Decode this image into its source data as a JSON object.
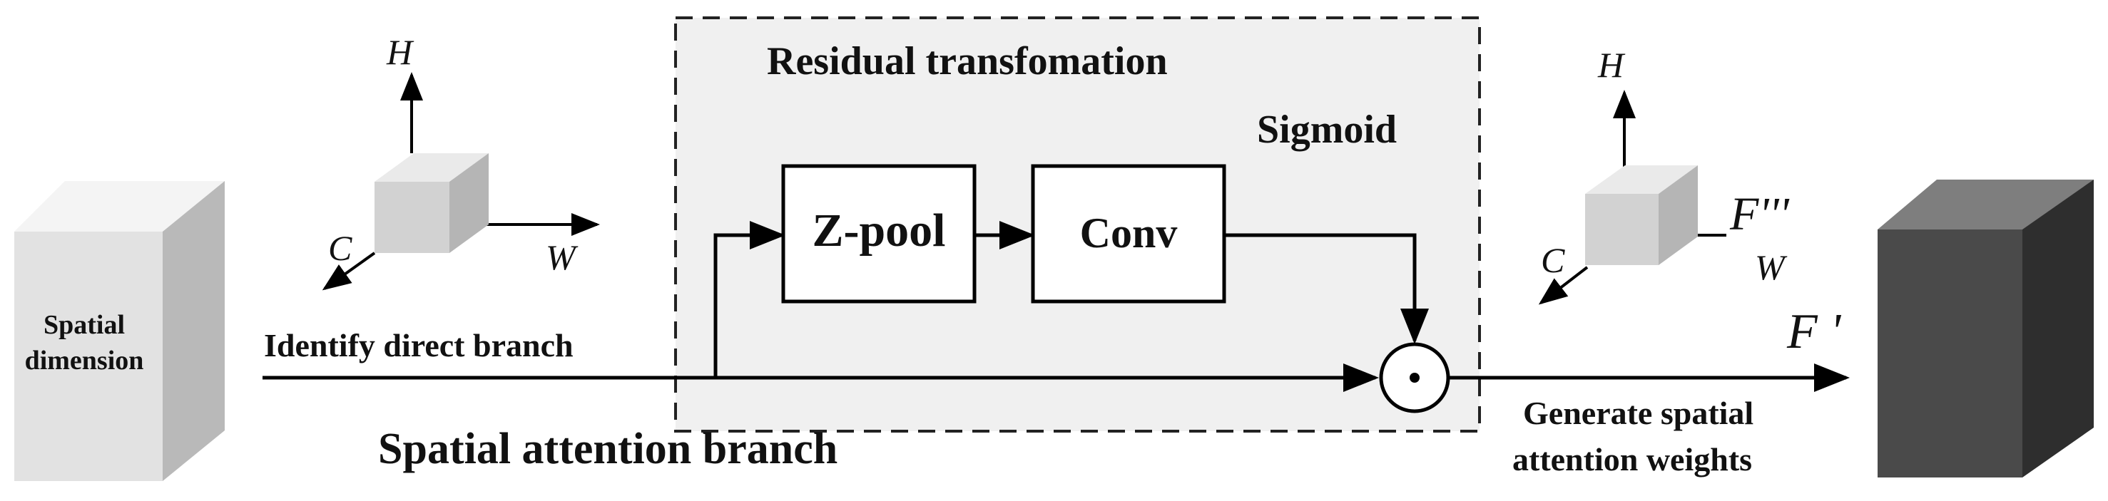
{
  "residual": {
    "title": "Residual transfomation",
    "sigmoid": "Sigmoid",
    "zpool": "Z-pool",
    "conv": "Conv"
  },
  "input": {
    "label_line1": "Spatial",
    "label_line2": "dimension"
  },
  "axes_left": {
    "h": "H",
    "w": "W",
    "c": "C"
  },
  "axes_right": {
    "h": "H",
    "w": "W",
    "c": "C",
    "f3": "F'''"
  },
  "branch": {
    "identify": "Identify direct branch",
    "spatial_attention": "Spatial attention branch"
  },
  "output": {
    "f_prime": "F '",
    "generate_line1": "Generate spatial",
    "generate_line2": "attention weights"
  },
  "colors": {
    "residual_fill": "#f0f0f0",
    "input_cube_front": "#e2e2e2",
    "output_cube_front": "#4a4a4a",
    "line": "#000000"
  }
}
